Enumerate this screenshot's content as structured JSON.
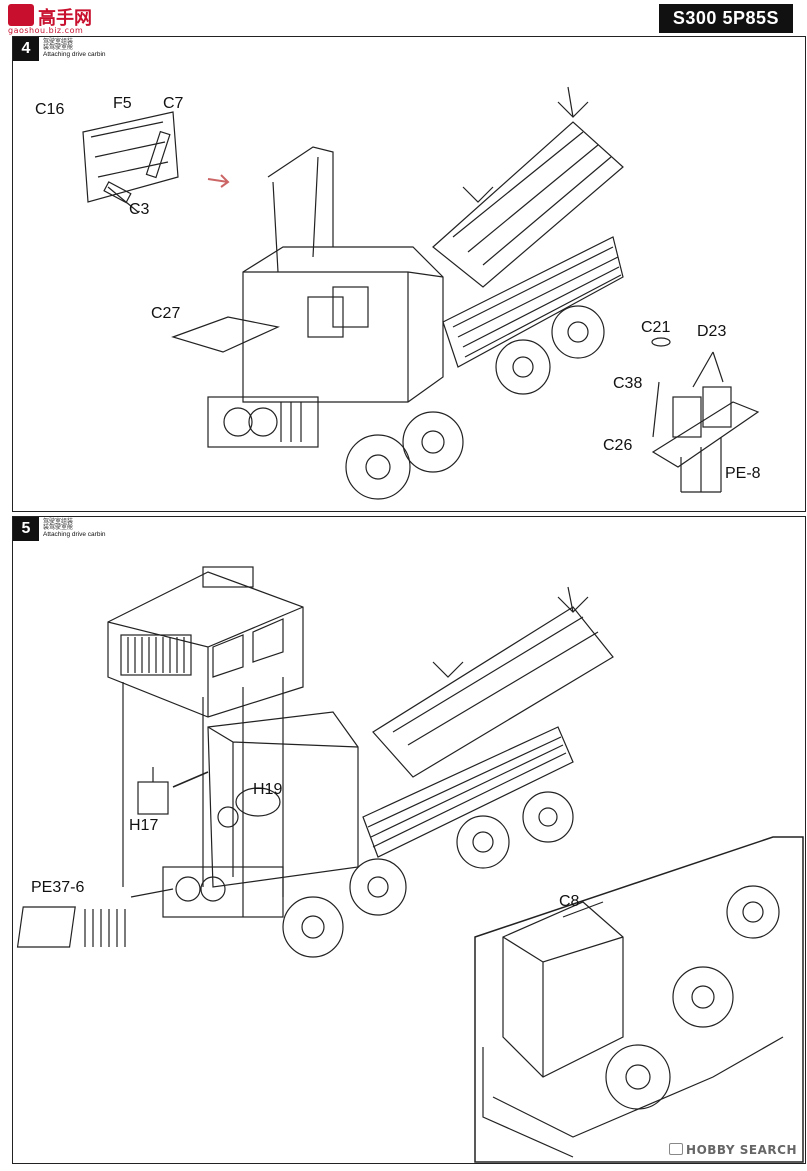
{
  "header": {
    "logo_text": "高手网",
    "logo_sub": "gaoshou.biz.com",
    "model_tag": "S300 5P85S"
  },
  "steps": [
    {
      "number": "4",
      "caption_cn_1": "驾驶室组装",
      "caption_cn_2": "装驾驶室舱",
      "caption_en": "Attaching drive carbin",
      "parts": [
        "C16",
        "F5",
        "C7",
        "C3",
        "C27",
        "C21",
        "D23",
        "C38",
        "C26",
        "PE-8"
      ]
    },
    {
      "number": "5",
      "caption_cn_1": "驾驶室组装",
      "caption_cn_2": "装驾驶室舱",
      "caption_en": "Attaching drive carbin",
      "parts": [
        "H19",
        "H17",
        "PE37-6",
        "C8"
      ]
    }
  ],
  "footer": {
    "watermark": "HOBBY SEARCH"
  }
}
